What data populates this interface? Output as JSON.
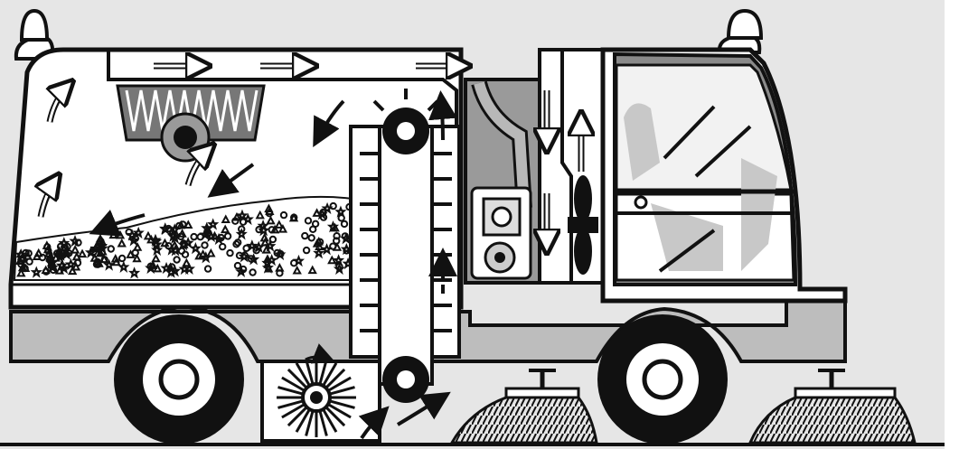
{
  "diagram": {
    "subject": "street-sweeper-cutaway",
    "labels": [],
    "colors": {
      "background": "#e6e6e6",
      "outline": "#111111",
      "body_fill": "#ffffff",
      "panel_gray": "#b8b8b8",
      "dark_gray": "#8a8a8a",
      "cab_gray": "#9a9a9a"
    },
    "components": [
      "hopper",
      "debris-load",
      "suction-filter",
      "filter-fan",
      "elevator-conveyor",
      "engine",
      "cooling-fan",
      "cab",
      "warning-beacon-front",
      "warning-beacon-rear",
      "front-wheel",
      "rear-wheel",
      "side-brush-front",
      "side-brush-rear",
      "main-pickup-broom",
      "airflow-arrows"
    ]
  }
}
